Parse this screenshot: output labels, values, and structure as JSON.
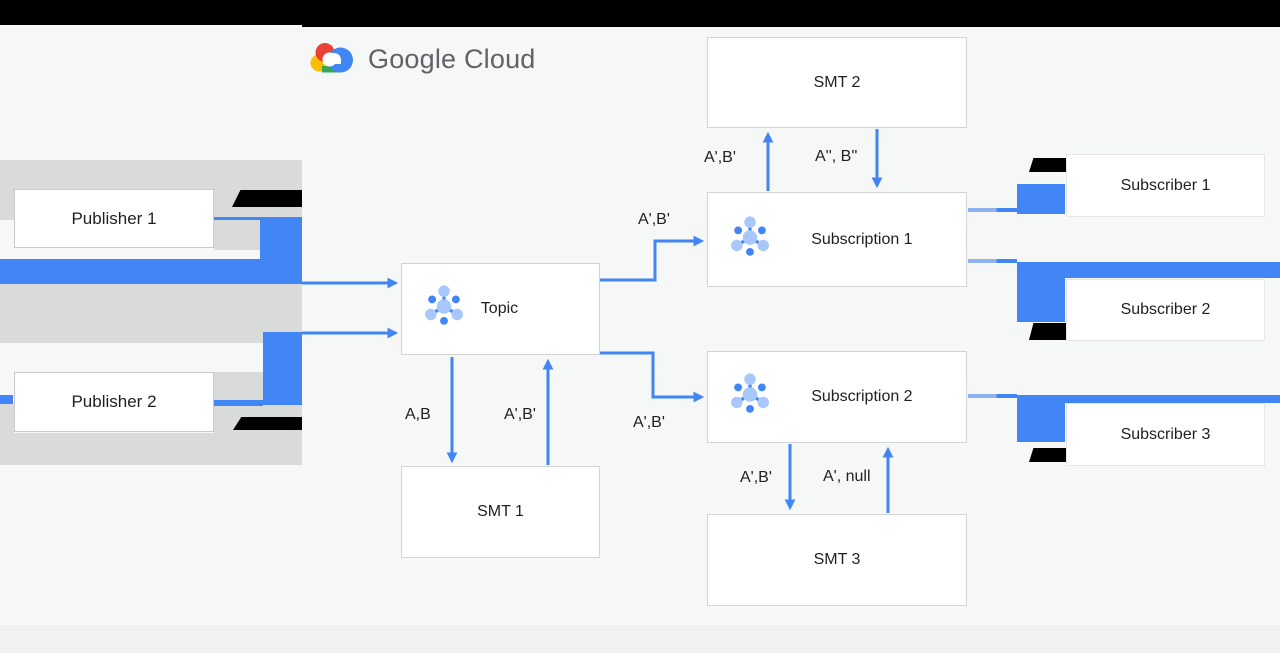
{
  "logo": {
    "text": "Google Cloud"
  },
  "nodes": {
    "publisher1": "Publisher 1",
    "publisher2": "Publisher 2",
    "topic": "Topic",
    "smt1": "SMT 1",
    "smt2": "SMT 2",
    "smt3": "SMT 3",
    "subscription1": "Subscription 1",
    "subscription2": "Subscription 2",
    "subscriber1": "Subscriber 1",
    "subscriber2": "Subscriber 2",
    "subscriber3": "Subscriber 3"
  },
  "edge_labels": {
    "topic_to_sub1": "A',B'",
    "topic_to_sub2": "A',B'",
    "topic_to_smt1": "A,B",
    "smt1_to_topic": "A',B'",
    "sub1_to_smt2": "A',B'",
    "smt2_to_sub1": "A'', B''",
    "sub2_to_smt3": "A',B'",
    "smt3_to_sub2": "A', null"
  },
  "icons": {
    "logo_icon": "google-cloud-logo-icon",
    "node_icon": "pubsub-icon"
  },
  "colors": {
    "arrow_blue": "#4285f4",
    "icon_light_blue": "#a8c7fa",
    "band_gray": "#d9dada",
    "logo_gray": "#5f6368",
    "logo_red": "#ea4335",
    "logo_yellow": "#fbbc04",
    "logo_green": "#34a853",
    "background": "#f6f7f7"
  }
}
